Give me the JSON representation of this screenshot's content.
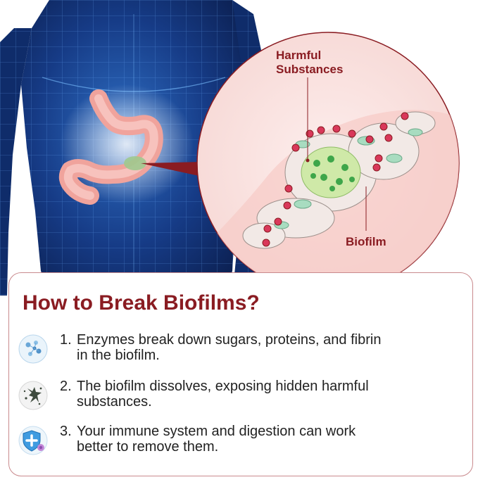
{
  "image": {
    "callouts": {
      "harmful": "Harmful\nSubstances",
      "biofilm": "Biofilm"
    },
    "colors": {
      "body_dark": "#0b1e4e",
      "body_glow": "#3d86d8",
      "stomach": "#f3a7a0",
      "lens_bg": "#fbe8e6",
      "accent": "#8a1c22"
    }
  },
  "panel": {
    "title": "How to Break Biofilms?",
    "steps": [
      {
        "number": "1.",
        "line1": "Enzymes break down sugars, proteins, and fibrin",
        "line2": "in the biofilm.",
        "icon": "enzyme-molecule-icon"
      },
      {
        "number": "2.",
        "line1": "The biofilm dissolves, exposing hidden harmful",
        "line2": "substances.",
        "icon": "dissolving-biofilm-icon"
      },
      {
        "number": "3.",
        "line1": "Your immune system and digestion can work",
        "line2": "better to remove them.",
        "icon": "immune-shield-icon"
      }
    ]
  }
}
